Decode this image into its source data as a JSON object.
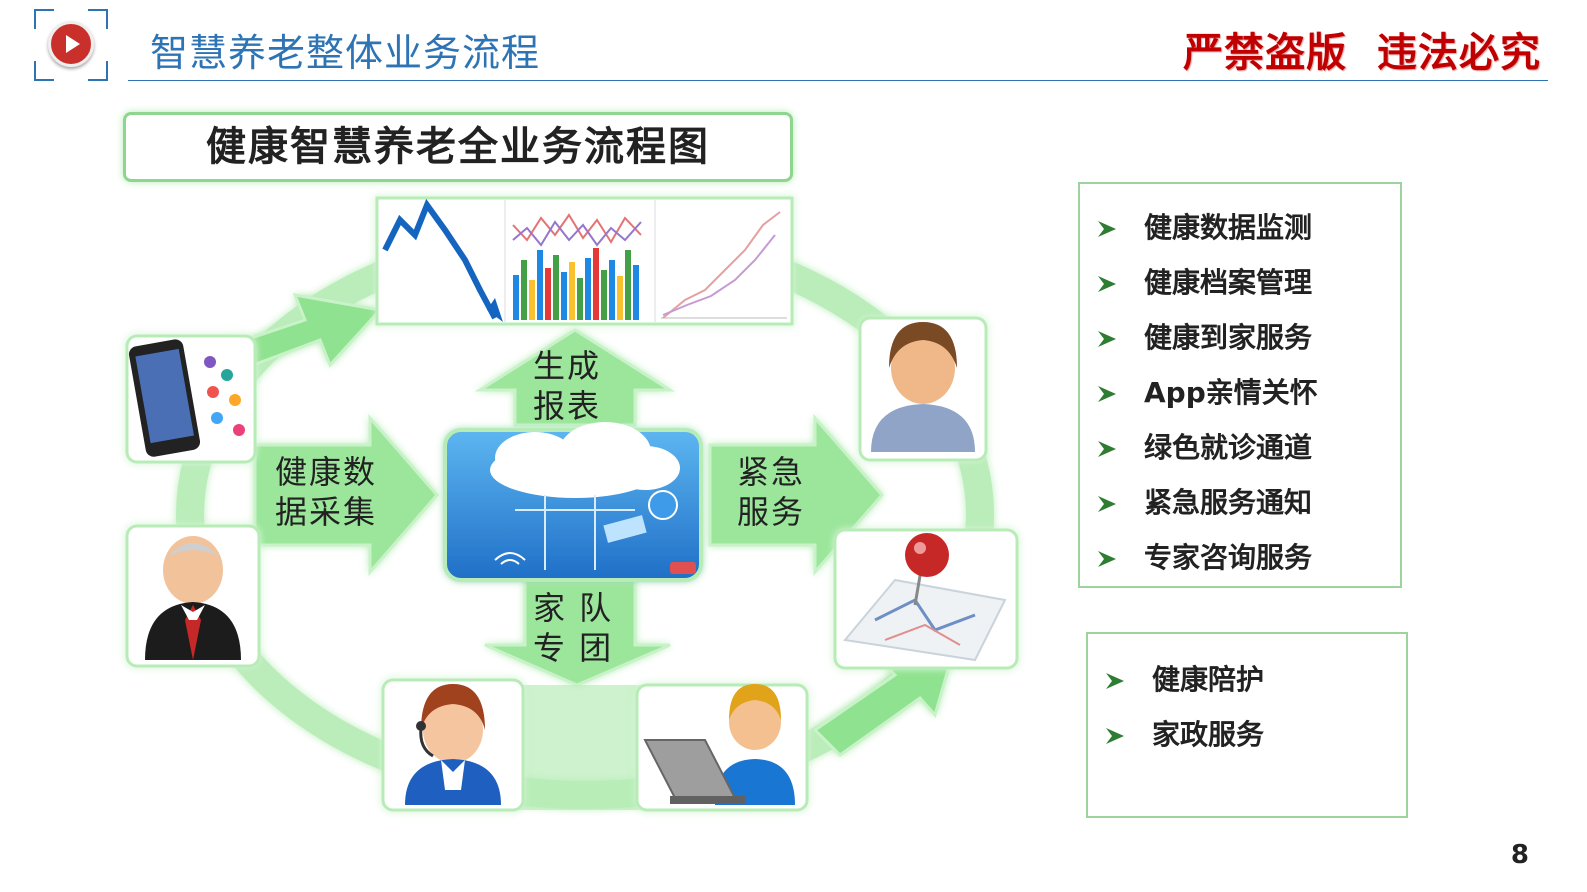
{
  "header": {
    "title": "智慧养老整体业务流程",
    "warning": "严禁盗版  违法必究"
  },
  "diagram": {
    "title": "健康智慧养老全业务流程图",
    "labels": {
      "generate_report": "生成\n报表",
      "data_collection": "健康数\n据采集",
      "emergency": "紧急\n服务",
      "family_team": "家 队\n专 团"
    }
  },
  "services_primary": [
    "健康数据监测",
    "健康档案管理",
    "健康到家服务",
    "App亲情关怀",
    "绿色就诊通道",
    "紧急服务通知",
    "专家咨询服务"
  ],
  "services_secondary": [
    "健康陪护",
    "家政服务"
  ],
  "footer": {
    "page_number": "8"
  },
  "colors": {
    "accent_blue": "#2e74b5",
    "warning_red": "#c00000",
    "flow_green": "#8fe28f"
  }
}
